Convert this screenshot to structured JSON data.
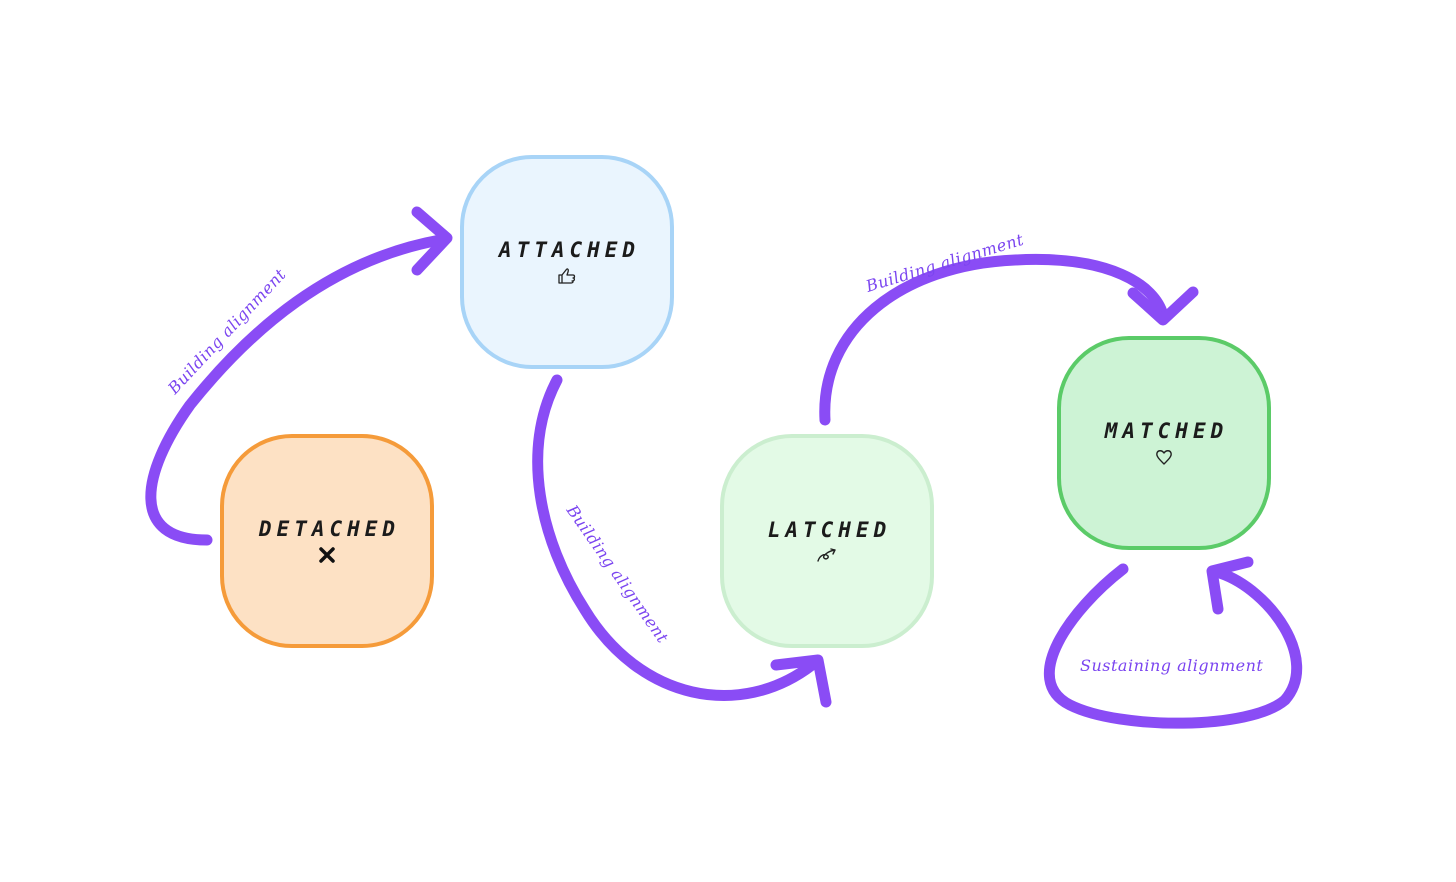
{
  "diagram": {
    "nodes": {
      "detached": {
        "label": "DETACHED",
        "icon": "x-mark-icon",
        "fill": "#fde1c4",
        "stroke": "#f59b3a"
      },
      "attached": {
        "label": "ATTACHED",
        "icon": "thumbs-up-icon",
        "fill": "#eaf5fe",
        "stroke": "#a8d4f7"
      },
      "latched": {
        "label": "LATCHED",
        "icon": "hook-arrow-icon",
        "fill": "#e3fae6",
        "stroke": "#cbeecf"
      },
      "matched": {
        "label": "MATCHED",
        "icon": "heart-icon",
        "fill": "#cdf3d5",
        "stroke": "#5bcb68"
      }
    },
    "edges": [
      {
        "from": "DETACHED",
        "to": "ATTACHED",
        "label": "Building alignment"
      },
      {
        "from": "ATTACHED",
        "to": "LATCHED",
        "label": "Building alignment"
      },
      {
        "from": "LATCHED",
        "to": "MATCHED",
        "label": "Building alignment"
      },
      {
        "from": "MATCHED",
        "to": "MATCHED",
        "label": "Sustaining alignment"
      }
    ],
    "arrow_color": "#8a4cf5"
  }
}
